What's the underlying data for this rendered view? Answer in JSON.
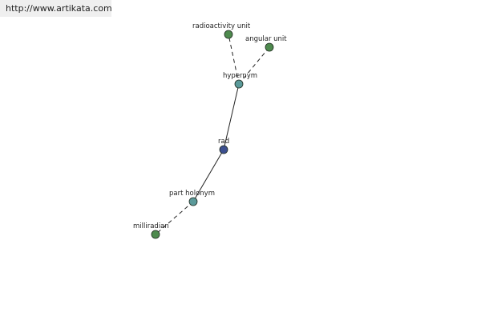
{
  "banner": {
    "url": "http://www.artikata.com"
  },
  "graph": {
    "colors": {
      "relation": "#5b9a9a",
      "center": "#3c4f8f",
      "term": "#4e8a4e",
      "edge": "#222222"
    },
    "nodes": [
      {
        "id": "rad",
        "label": "rad",
        "kind": "center"
      },
      {
        "id": "hypernym",
        "label": "hypernym",
        "kind": "relation"
      },
      {
        "id": "part-holonym",
        "label": "part holonym",
        "kind": "relation"
      },
      {
        "id": "radioactivity-unit",
        "label": "radioactivity unit",
        "kind": "term"
      },
      {
        "id": "angular-unit",
        "label": "angular unit",
        "kind": "term"
      },
      {
        "id": "milliradian",
        "label": "milliradian",
        "kind": "term"
      }
    ],
    "edges": [
      {
        "from": "rad",
        "to": "hypernym",
        "style": "solid"
      },
      {
        "from": "rad",
        "to": "part-holonym",
        "style": "solid"
      },
      {
        "from": "hypernym",
        "to": "radioactivity-unit",
        "style": "dashed"
      },
      {
        "from": "hypernym",
        "to": "angular-unit",
        "style": "dashed"
      },
      {
        "from": "part-holonym",
        "to": "milliradian",
        "style": "dashed"
      }
    ]
  }
}
